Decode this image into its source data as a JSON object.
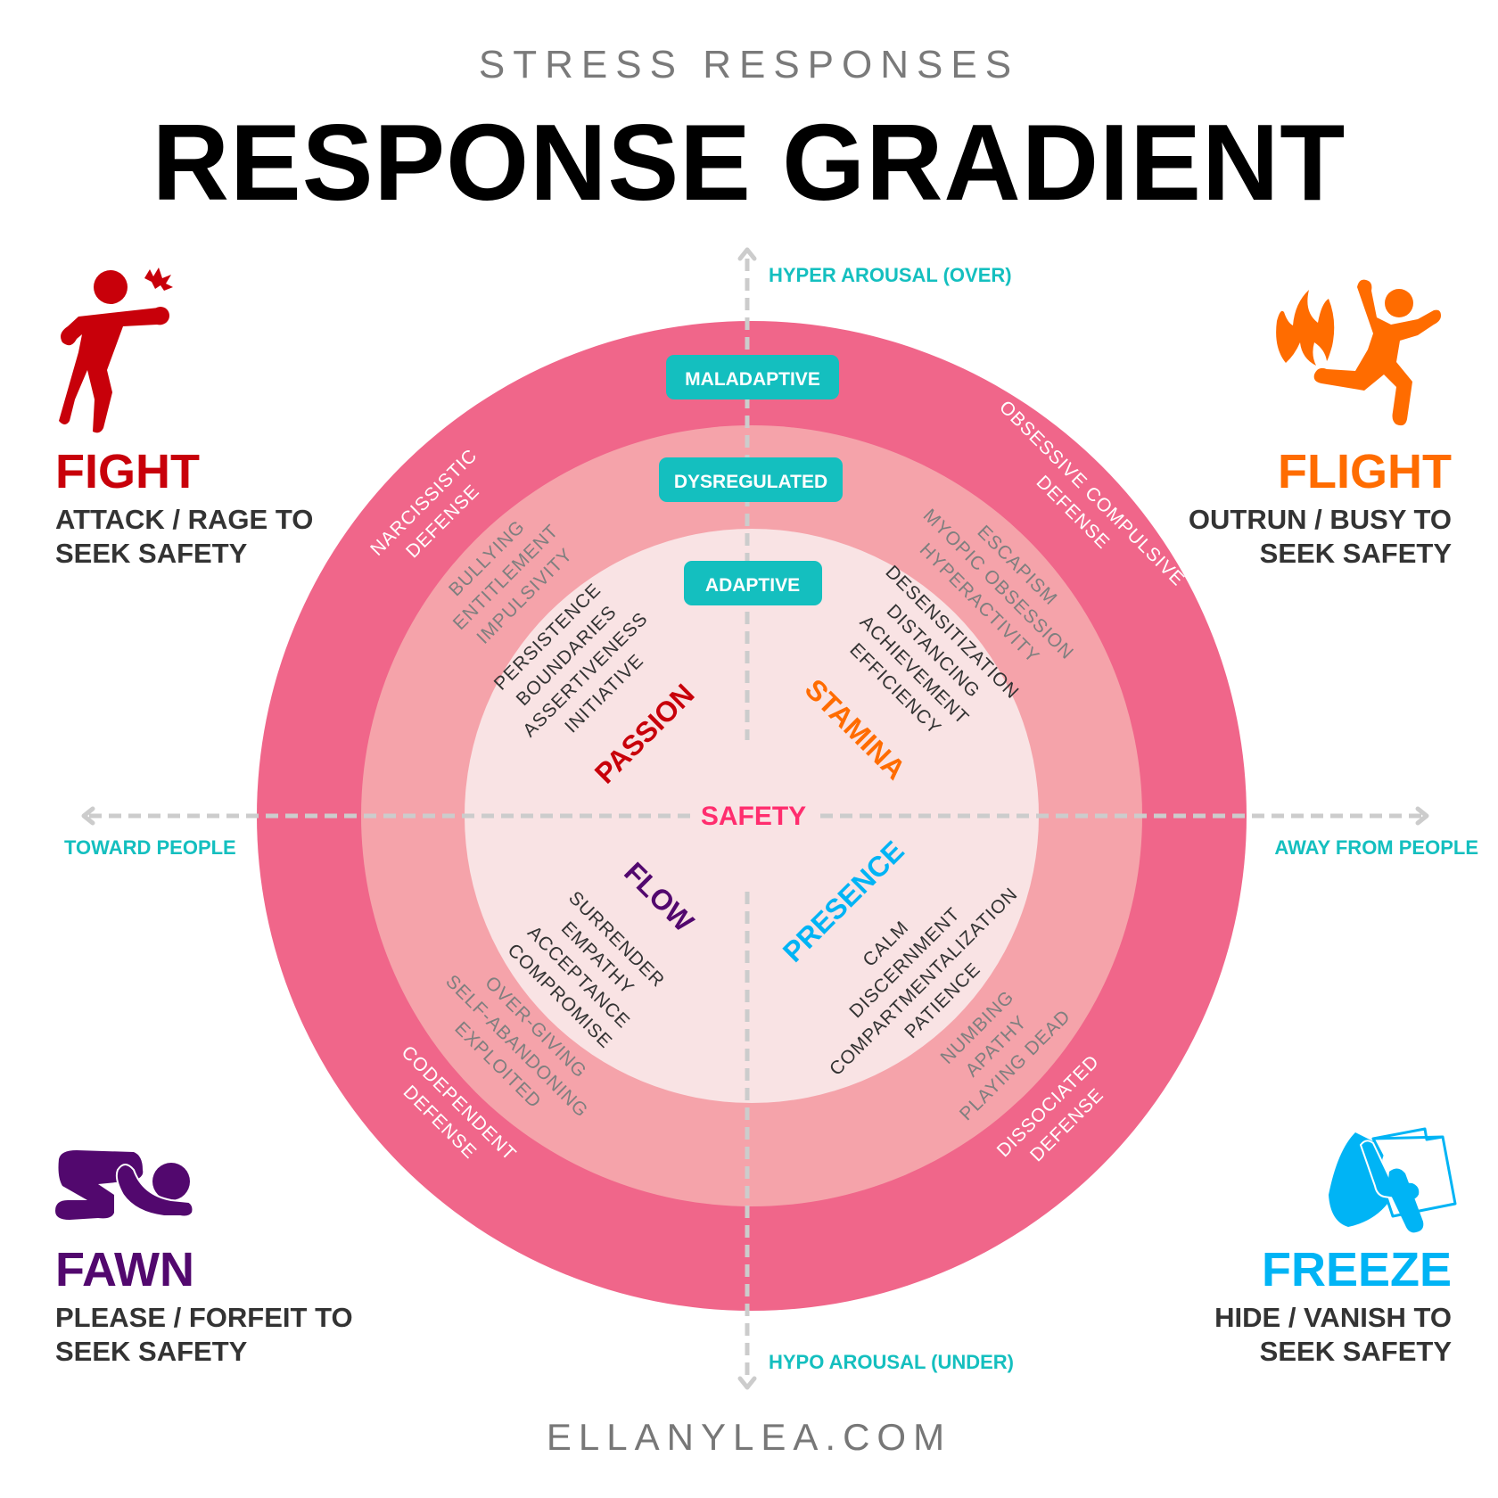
{
  "header": {
    "subtitle": "STRESS RESPONSES",
    "title": "RESPONSE GRADIENT"
  },
  "colors": {
    "outer_ring": "#f0668a",
    "middle_ring": "#f5a3aa",
    "inner_circle": "#f9e3e4",
    "teal": "#14bfbf",
    "axis": "#cccccc",
    "safety": "#ff2d6e",
    "fight": "#c8000a",
    "flight": "#ff6c00",
    "fawn": "#52086e",
    "freeze": "#00b4f5",
    "adaptive_text": "#333333",
    "dysregulated_text": "#7f7f7f",
    "defense_text": "#ffffff"
  },
  "axes": {
    "top": "HYPER AROUSAL (OVER)",
    "bottom": "HYPO AROUSAL (UNDER)",
    "left": "TOWARD PEOPLE",
    "right": "AWAY FROM PEOPLE"
  },
  "levels": {
    "maladaptive": "MALADAPTIVE",
    "dysregulated": "DYSREGULATED",
    "adaptive": "ADAPTIVE"
  },
  "center": "SAFETY",
  "responses": {
    "fight": {
      "name": "FIGHT",
      "desc_line1": "ATTACK / RAGE TO",
      "desc_line2": "SEEK SAFETY",
      "icon": "punching-person-icon",
      "adaptive_label": "PASSION",
      "adaptive_traits": [
        "PERSISTENCE",
        "BOUNDARIES",
        "ASSERTIVENESS",
        "INITIATIVE"
      ],
      "dysregulated_traits": [
        "BULLYING",
        "ENTITLEMENT",
        "IMPULSIVITY"
      ],
      "defense": [
        "NARCISSISTIC",
        "DEFENSE"
      ]
    },
    "flight": {
      "name": "FLIGHT",
      "desc_line1": "OUTRUN / BUSY TO",
      "desc_line2": "SEEK SAFETY",
      "icon": "running-from-fire-icon",
      "adaptive_label": "STAMINA",
      "adaptive_traits": [
        "DESENSITIZATION",
        "DISTANCING",
        "ACHIEVEMENT",
        "EFFICIENCY"
      ],
      "dysregulated_traits": [
        "ESCAPISM",
        "MYOPIC OBSESSION",
        "HYPERACTIVITY"
      ],
      "defense": [
        "OBSESSIVE COMPULSIVE",
        "DEFENSE"
      ]
    },
    "fawn": {
      "name": "FAWN",
      "desc_line1": "PLEASE / FORFEIT TO",
      "desc_line2": "SEEK SAFETY",
      "icon": "bowing-person-icon",
      "adaptive_label": "FLOW",
      "adaptive_traits": [
        "SURRENDER",
        "EMPATHY",
        "ACCEPTANCE",
        "COMPROMISE"
      ],
      "dysregulated_traits": [
        "OVER-GIVING",
        "SELF-ABANDONING",
        "EXPLOITED"
      ],
      "defense": [
        "CODEPENDENT",
        "DEFENSE"
      ]
    },
    "freeze": {
      "name": "FREEZE",
      "desc_line1": "HIDE / VANISH TO",
      "desc_line2": "SEEK SAFETY",
      "icon": "hiding-person-icon",
      "adaptive_label": "PRESENCE",
      "adaptive_traits": [
        "CALM",
        "DISCERNMENT",
        "COMPARTMENTALIZATION",
        "PATIENCE"
      ],
      "dysregulated_traits": [
        "NUMBING",
        "APATHY",
        "PLAYING DEAD"
      ],
      "defense": [
        "DISSOCIATED",
        "DEFENSE"
      ]
    }
  },
  "footer": "ELLANYLEA.COM"
}
